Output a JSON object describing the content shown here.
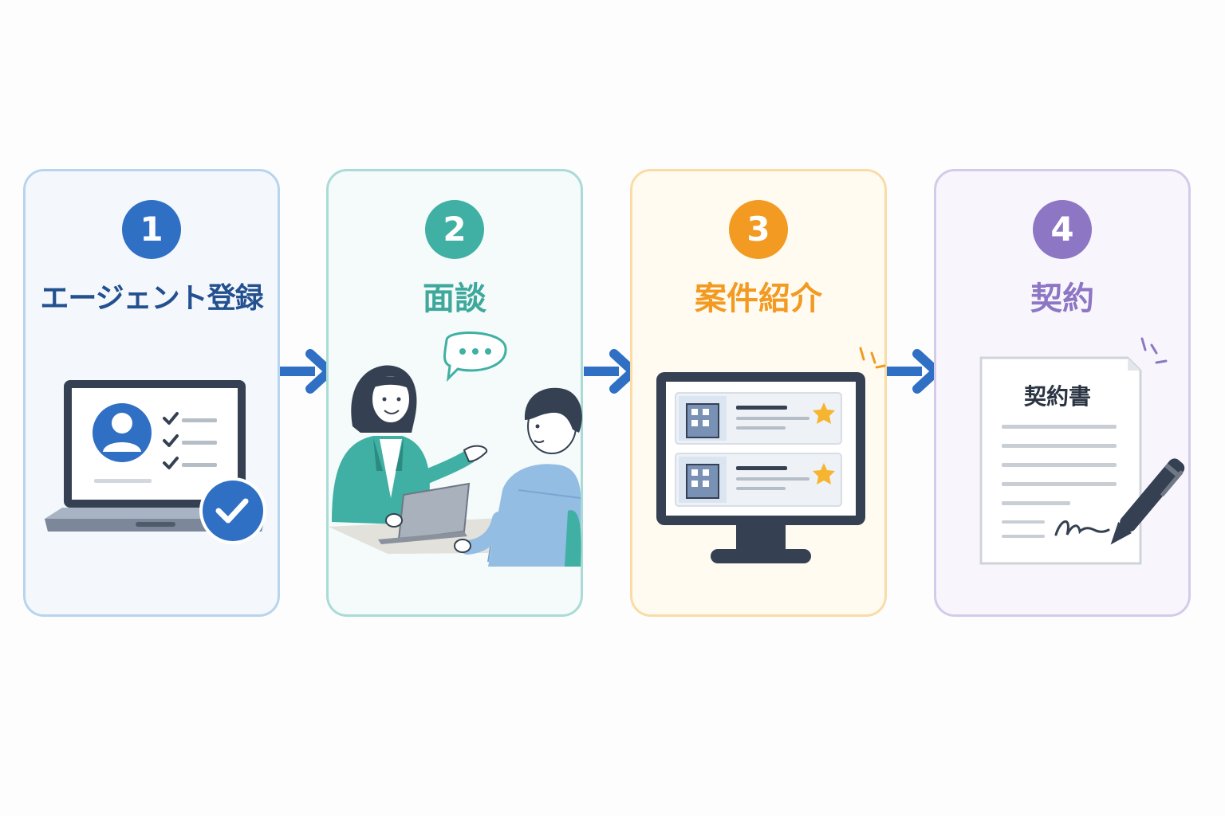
{
  "colors": {
    "step1": "#2f6fc4",
    "step2": "#3fb0a3",
    "step3": "#f29a21",
    "step4": "#8d76c4",
    "arrow": "#2f6fc4"
  },
  "steps": [
    {
      "number": "1",
      "title": "エージェント登録",
      "icon": "laptop-registration-icon"
    },
    {
      "number": "2",
      "title": "面談",
      "icon": "interview-meeting-icon"
    },
    {
      "number": "3",
      "title": "案件紹介",
      "icon": "job-listing-monitor-icon"
    },
    {
      "number": "4",
      "title": "契約",
      "icon": "contract-signing-icon"
    }
  ],
  "contract_document": {
    "heading": "契約書"
  }
}
